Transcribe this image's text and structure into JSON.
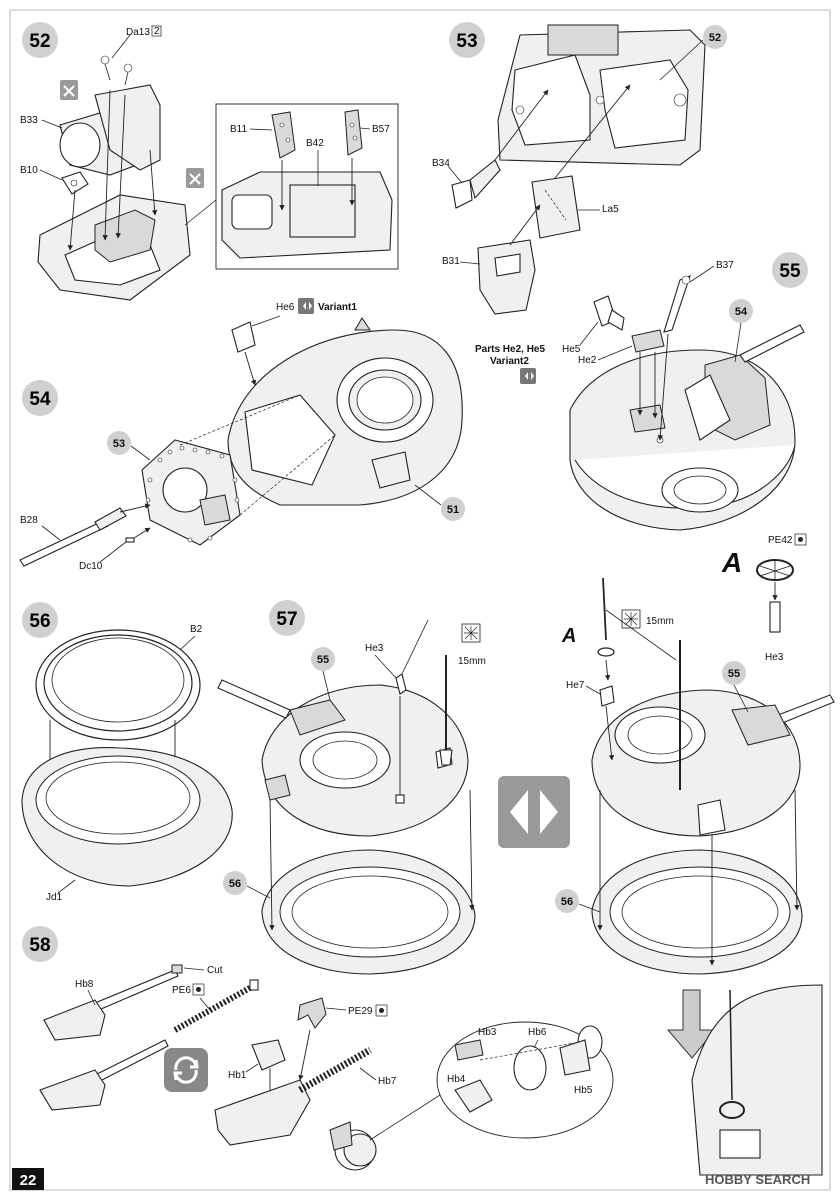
{
  "page": {
    "number": "22",
    "watermark": "HOBBY SEARCH"
  },
  "steps": [
    {
      "id": "s52",
      "number": "52"
    },
    {
      "id": "s53",
      "number": "53"
    },
    {
      "id": "s54",
      "number": "54"
    },
    {
      "id": "s55",
      "number": "55"
    },
    {
      "id": "s56",
      "number": "56"
    },
    {
      "id": "s57",
      "number": "57"
    },
    {
      "id": "s58",
      "number": "58"
    }
  ],
  "step52": {
    "labels": {
      "da13": "Da13",
      "da13_qty": "2",
      "b33": "B33",
      "b10": "B10",
      "b11": "B11",
      "b42": "B42",
      "b57": "B57"
    }
  },
  "step53": {
    "labels": {
      "b34": "B34",
      "la5": "La5",
      "b31": "B31"
    },
    "ref": "52"
  },
  "step54": {
    "labels": {
      "he6": "He6",
      "variant1": "Variant1",
      "b28": "B28",
      "dc10": "Dc10"
    },
    "refs": {
      "r53": "53",
      "r51": "51"
    }
  },
  "step55": {
    "labels": {
      "b37": "B37",
      "he5": "He5",
      "he2": "He2",
      "parts_note_line1": "Parts He2, He5",
      "parts_note_line2": "Variant2"
    },
    "ref": "54"
  },
  "detailA": {
    "letter": "A",
    "pe42": "PE42",
    "he3": "He3"
  },
  "step56": {
    "labels": {
      "b2": "B2",
      "jd1": "Jd1"
    }
  },
  "step57": {
    "labels": {
      "he3": "He3",
      "length": "15mm",
      "he7": "He7",
      "length2": "15mm",
      "detail_a": "A"
    },
    "refs": {
      "r55a": "55",
      "r56a": "56",
      "r55b": "55",
      "r56b": "56"
    }
  },
  "step58": {
    "labels": {
      "hb8": "Hb8",
      "cut": "Cut",
      "pe6": "PE6",
      "pe29": "PE29",
      "hb1": "Hb1",
      "hb7": "Hb7",
      "hb3": "Hb3",
      "hb6": "Hb6",
      "hb4": "Hb4",
      "hb5": "Hb5"
    }
  },
  "icons": [
    "do-not-glue-icon",
    "variant-icon",
    "photo-etch-icon",
    "cut-icon",
    "repeat-icon"
  ]
}
